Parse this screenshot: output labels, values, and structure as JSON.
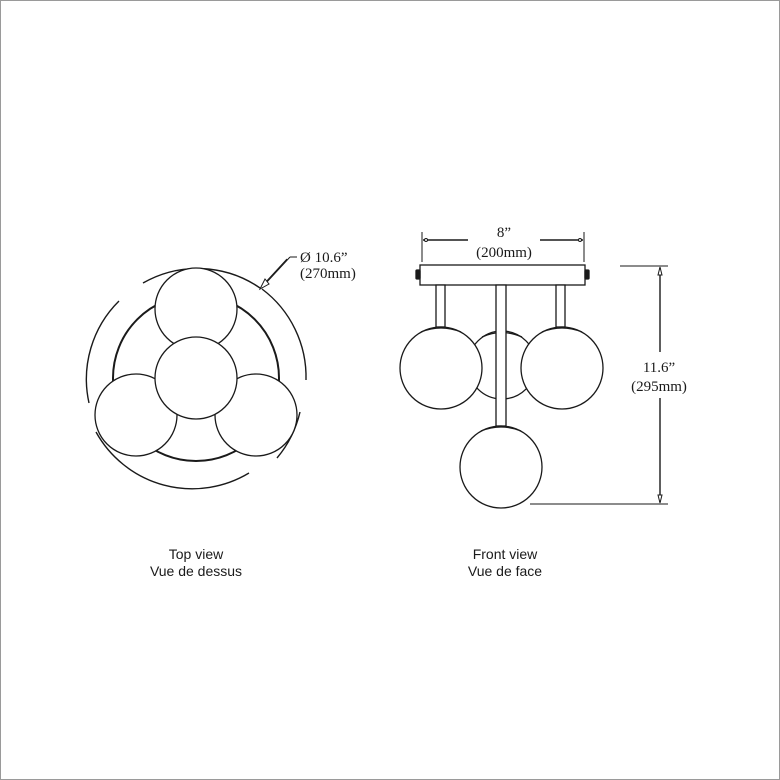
{
  "drawing": {
    "top_view": {
      "caption_en": "Top view",
      "caption_fr": "Vue de dessus",
      "diameter_label": "Ø 10.6”",
      "diameter_metric": "(270mm)"
    },
    "front_view": {
      "caption_en": "Front view",
      "caption_fr": "Vue de face",
      "width_label": "8”",
      "width_metric": "(200mm)",
      "height_label": "11.6”",
      "height_metric": "(295mm)"
    },
    "colors": {
      "line": "#1a1a1a",
      "border": "#9a9a9a",
      "background": "#ffffff"
    }
  }
}
